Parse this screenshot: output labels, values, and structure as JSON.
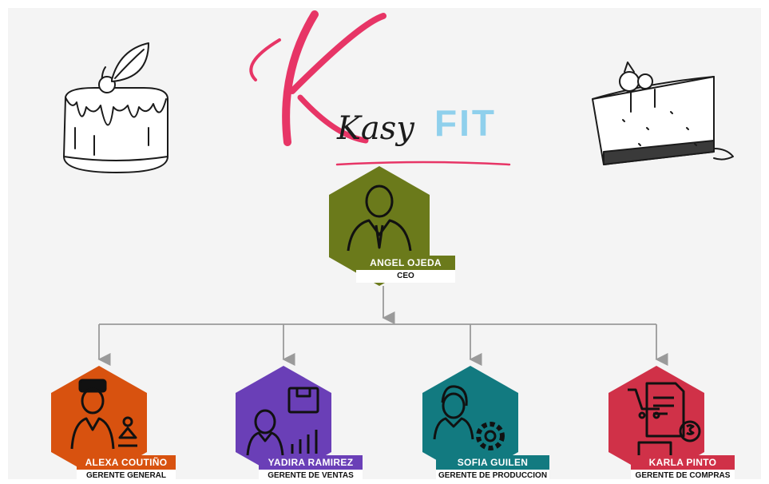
{
  "logo": {
    "brand_script": "Kasy",
    "brand_suffix": "FIT"
  },
  "colors": {
    "ceo": "#6b7a1b",
    "general": "#d8520f",
    "ventas": "#6a3fb7",
    "produccion": "#127a80",
    "compras": "#d03148",
    "connector": "#9a9a9a",
    "logo_pink": "#e73566",
    "logo_blue": "#8fd0ec"
  },
  "ceo": {
    "name": "ANGEL OJEDA",
    "role": "CEO",
    "icon": "businessman-icon"
  },
  "managers": [
    {
      "name": "ALEXA COUTIÑO",
      "role": "GERENTE GENERAL",
      "icon": "manager-team-icon",
      "color_key": "general"
    },
    {
      "name": "YADIRA RAMIREZ",
      "role": "GERENTE DE VENTAS",
      "icon": "saleswoman-chart-icon",
      "color_key": "ventas"
    },
    {
      "name": "SOFIA GUILEN",
      "role": "GERENTE DE PRODUCCION",
      "icon": "woman-gear-icon",
      "color_key": "produccion"
    },
    {
      "name": "KARLA PINTO",
      "role": "GERENTE DE COMPRAS",
      "icon": "purchase-document-icon",
      "color_key": "compras"
    }
  ]
}
